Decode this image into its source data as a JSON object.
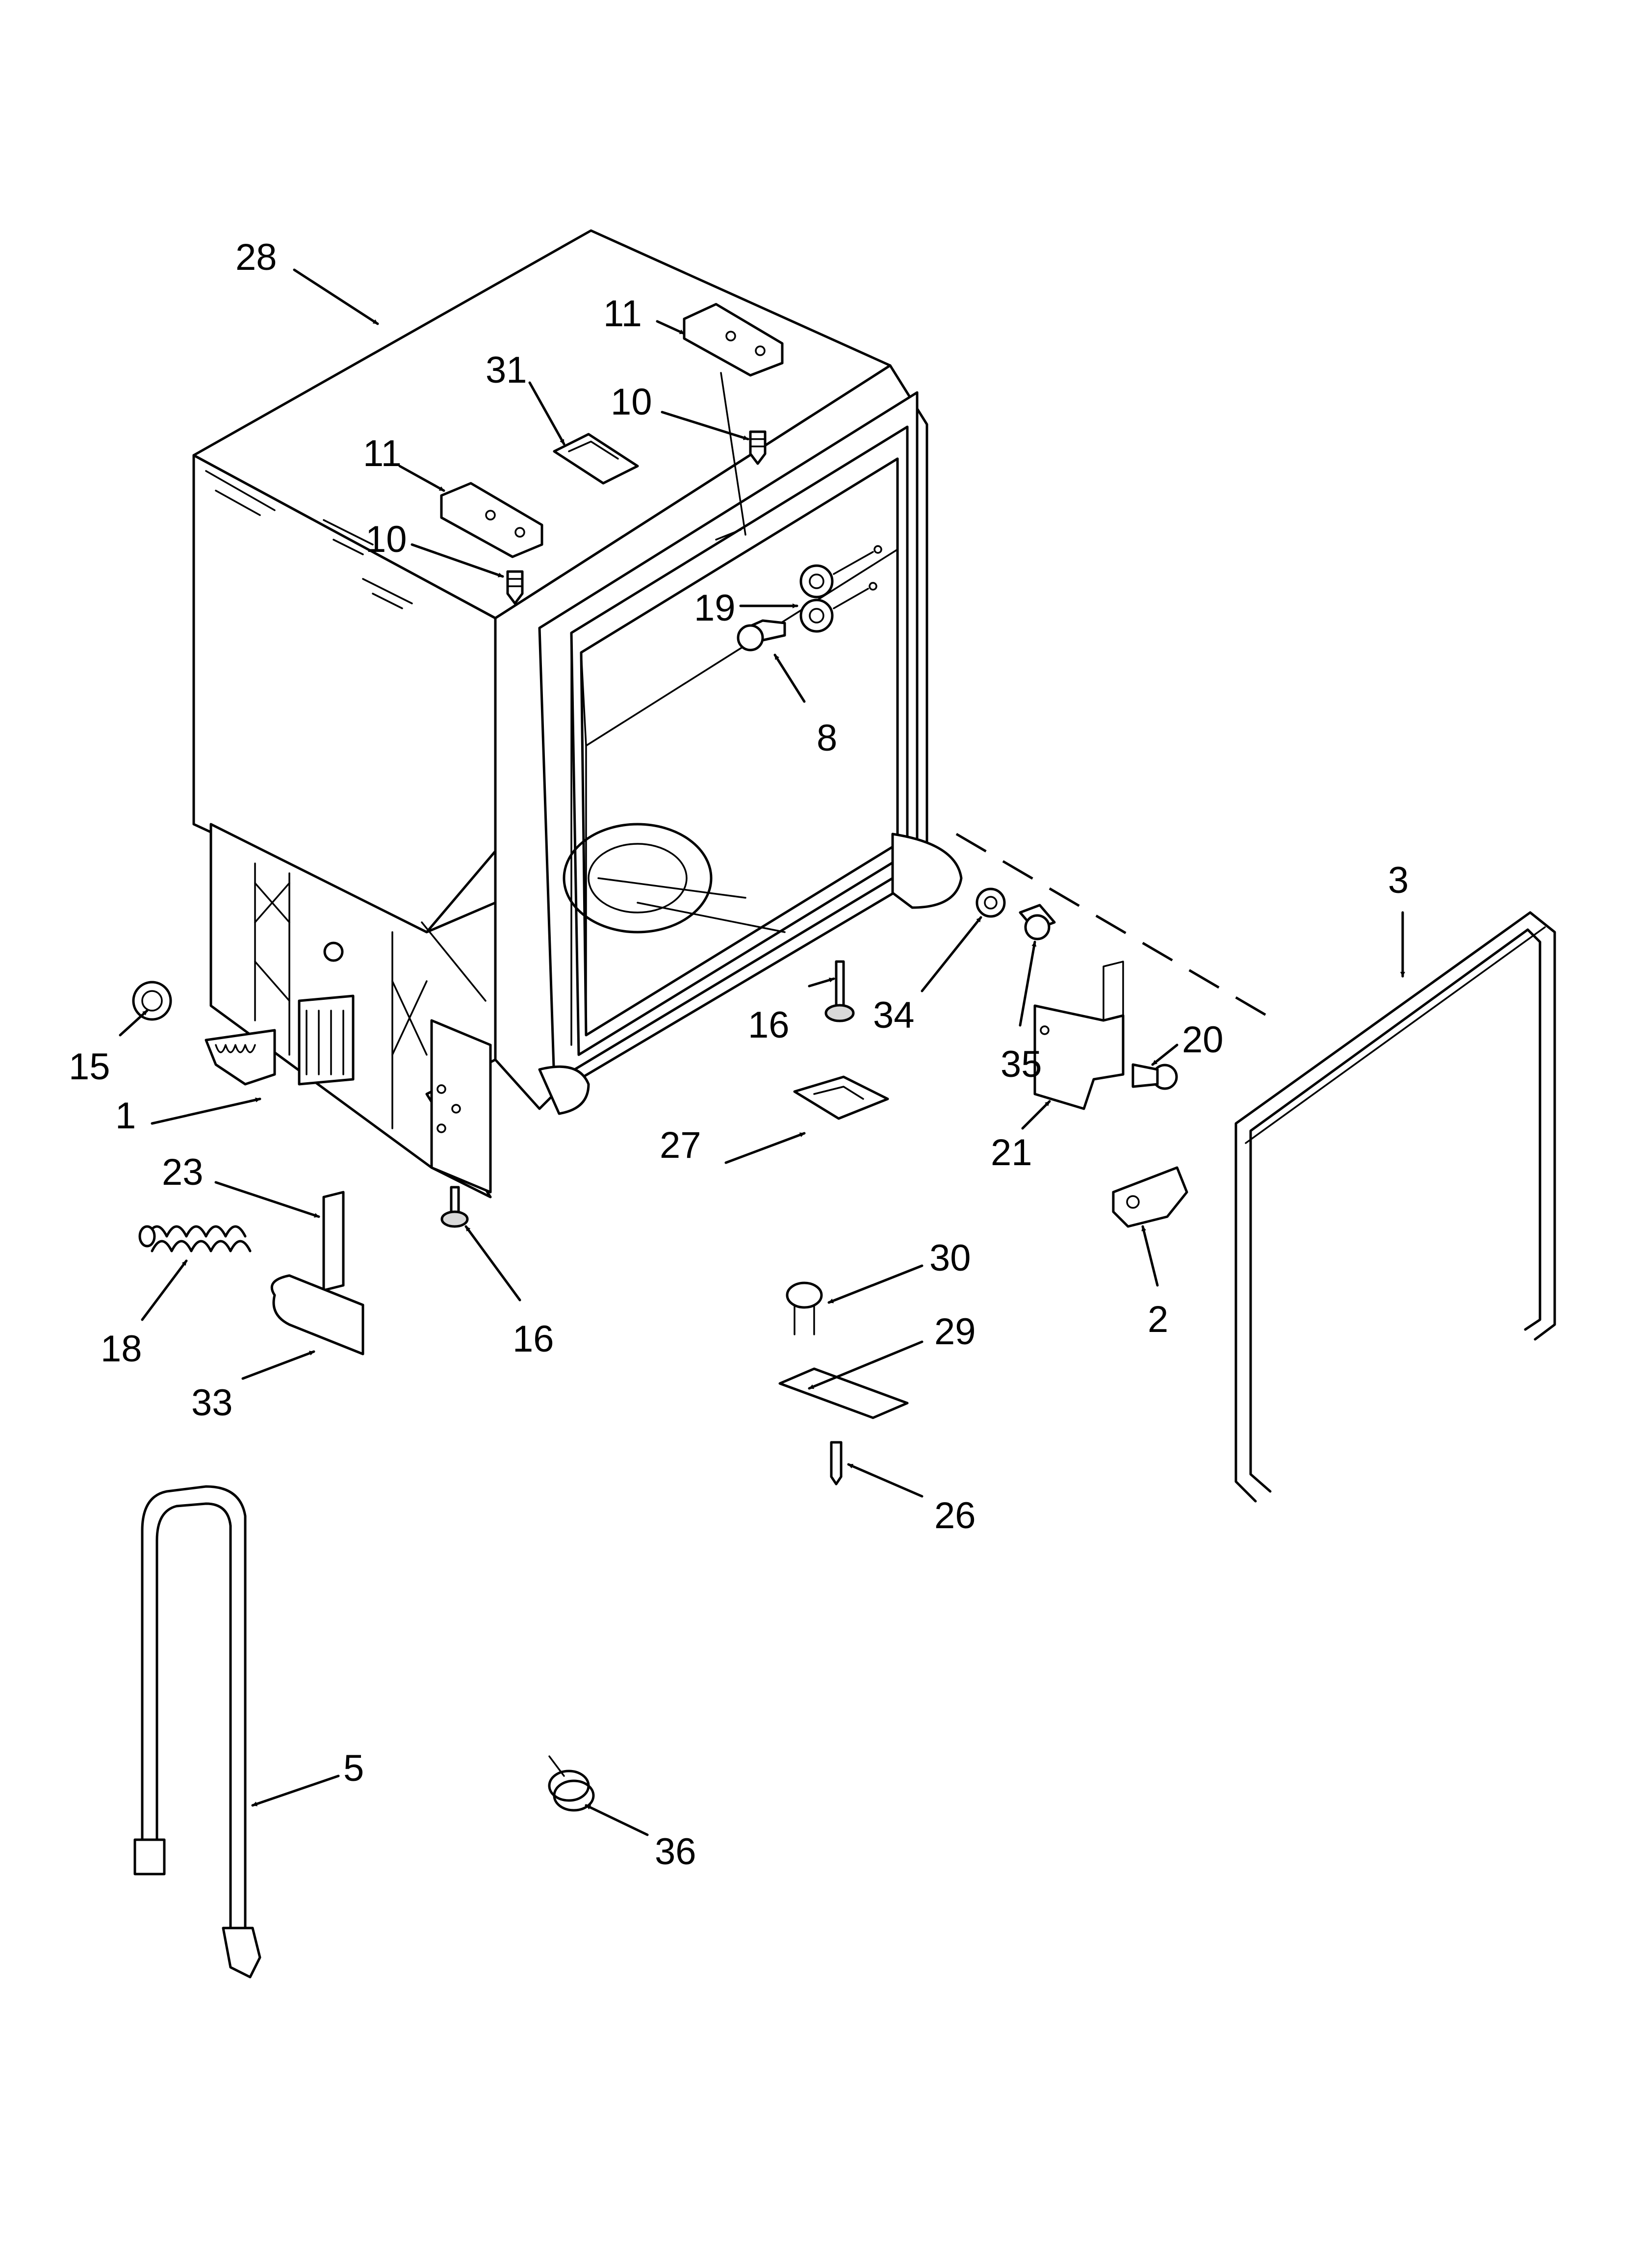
{
  "callouts": {
    "c28": "28",
    "c11a": "11",
    "c11b": "11",
    "c31": "31",
    "c10a": "10",
    "c10b": "10",
    "c19": "19",
    "c8": "8",
    "c3": "3",
    "c34": "34",
    "c35": "35",
    "c20": "20",
    "c21": "21",
    "c16a": "16",
    "c16b": "16",
    "c27": "27",
    "c15": "15",
    "c1": "1",
    "c23": "23",
    "c18": "18",
    "c33": "33",
    "c30": "30",
    "c29": "29",
    "c2": "2",
    "c26": "26",
    "c5": "5",
    "c36": "36"
  }
}
